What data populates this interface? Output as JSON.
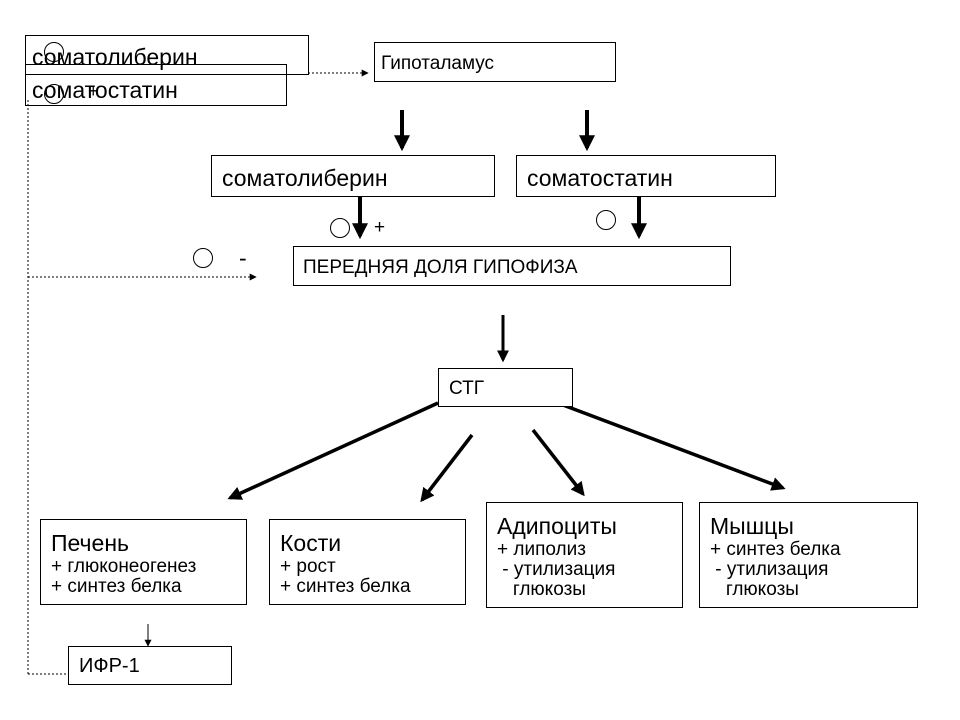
{
  "top_left": {
    "line1": "соматолиберин",
    "line2": "соматостатин"
  },
  "hypothalamus": "Гипоталамус",
  "somatoliberin": "соматолиберин",
  "somatostatin": "соматостатин",
  "plus_sign": "+",
  "minus_sign": "-",
  "top_plus": "+",
  "pituitary": "ПЕРЕДНЯЯ ДОЛЯ ГИПОФИЗА",
  "stg": "СТГ",
  "liver": {
    "title": "Печень",
    "lines": [
      "+ глюконеогенез",
      "+ синтез белка"
    ]
  },
  "bones": {
    "title": "Кости",
    "lines": [
      "+ рост",
      "+ синтез белка"
    ]
  },
  "adipocytes": {
    "title": "Адипоциты",
    "lines": [
      "+ липолиз",
      " - утилизация",
      "   глюкозы"
    ]
  },
  "muscles": {
    "title": "Мышцы",
    "lines": [
      "+ синтез белка",
      " - утилизация",
      "   глюкозы"
    ]
  },
  "igf": "ИФР-1"
}
